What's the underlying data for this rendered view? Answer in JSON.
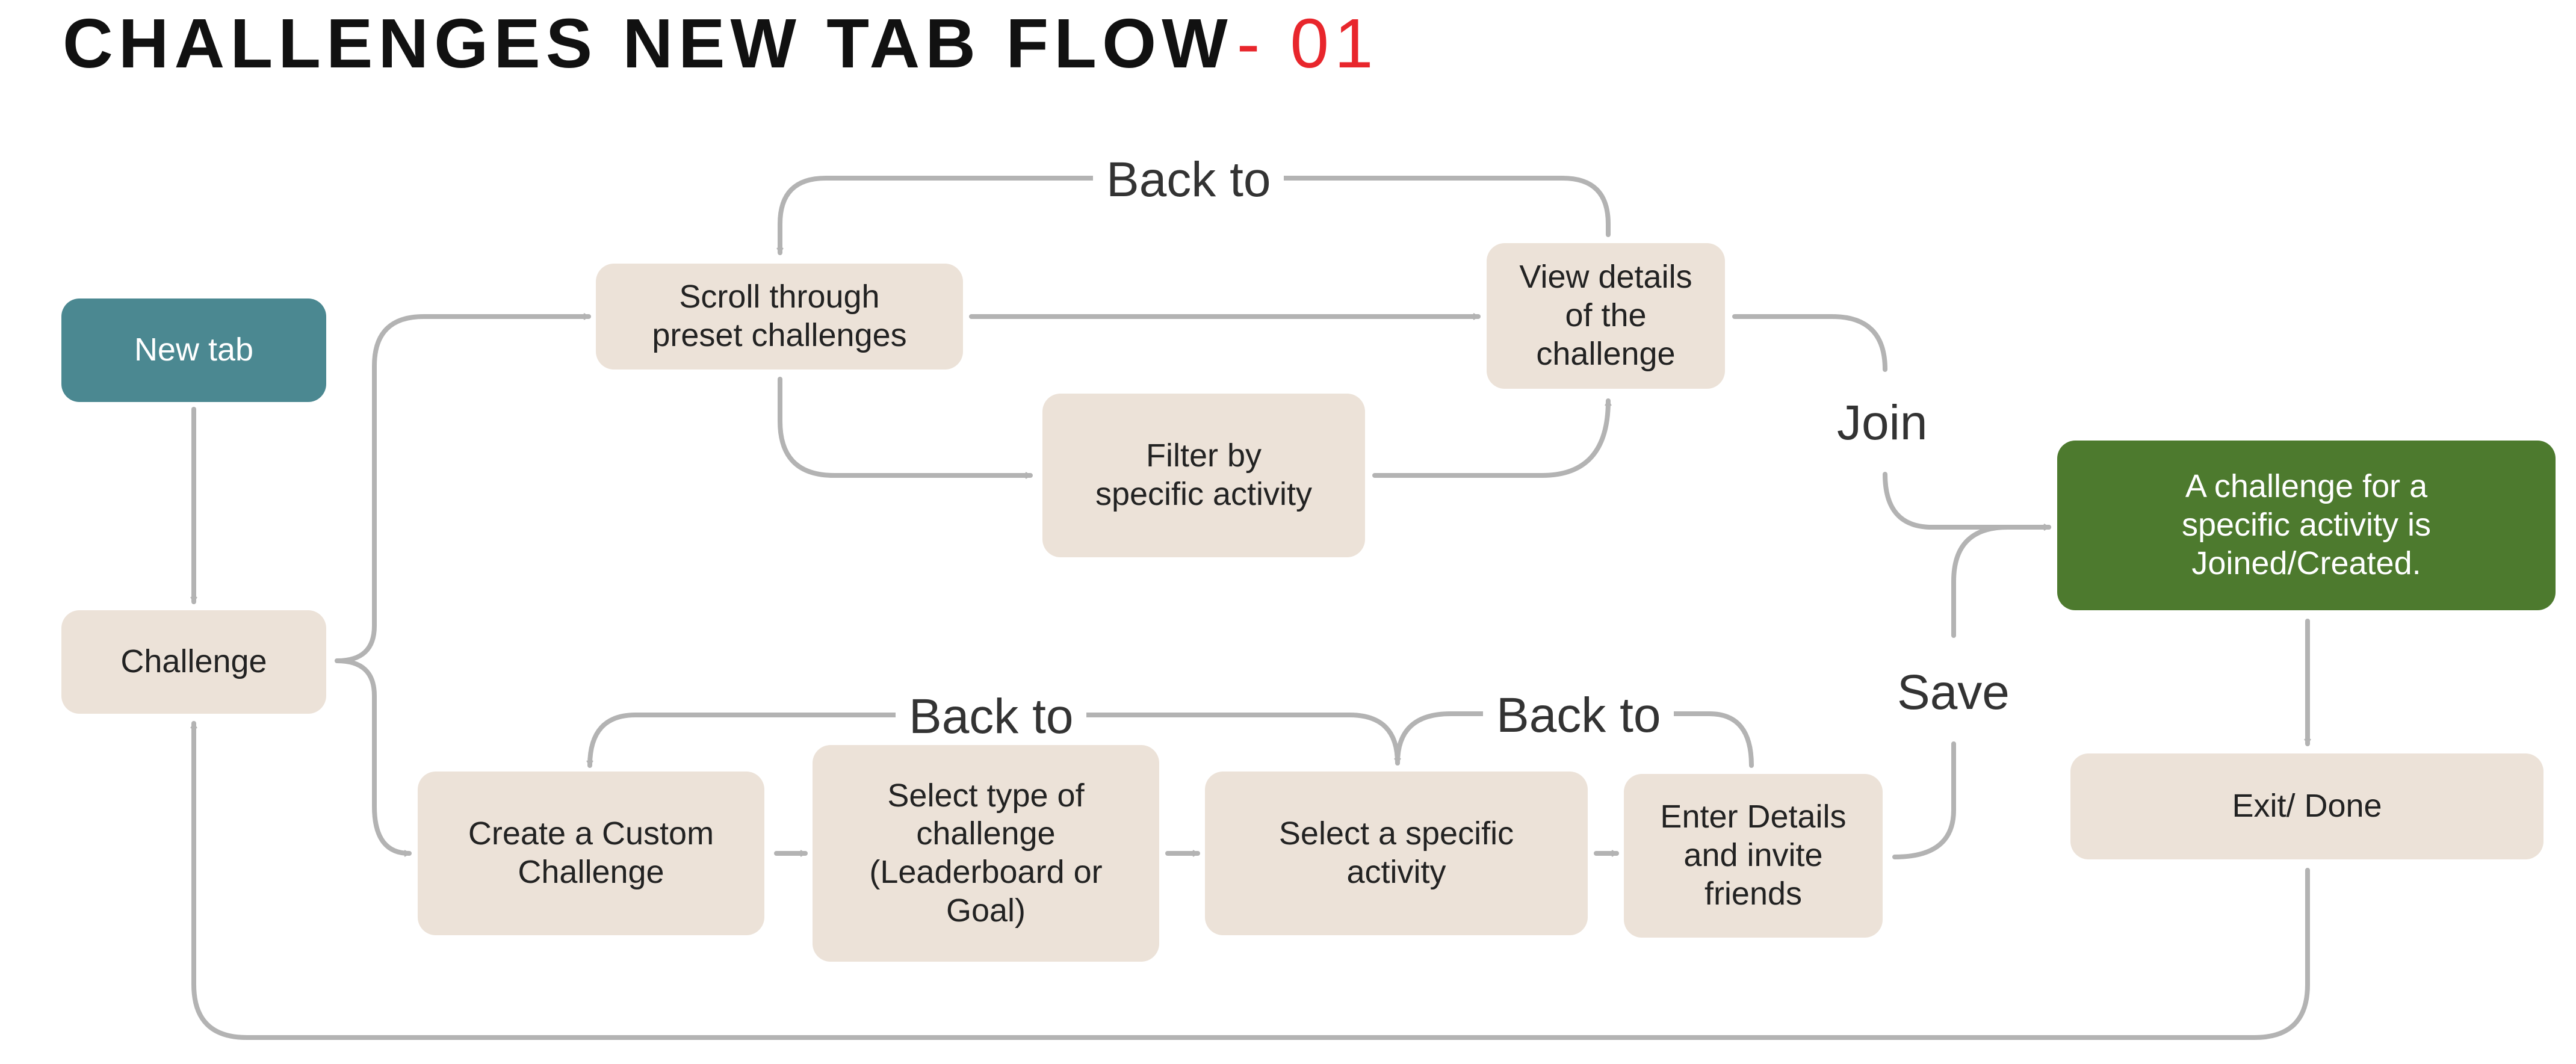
{
  "title": {
    "main": "CHALLENGES NEW TAB FLOW",
    "suffix": "- 01"
  },
  "colors": {
    "accent_red": "#e8262c",
    "node_default": "#ece2d8",
    "node_start": "#4b8891",
    "node_end": "#4d7a2e",
    "connector": "#b3b3b3"
  },
  "nodes": {
    "new_tab": "New tab",
    "challenge": "Challenge",
    "scroll_preset": "Scroll through\npreset challenges",
    "view_details": "View details\nof the\nchallenge",
    "filter_activity": "Filter by\nspecific activity",
    "joined_created": "A challenge for a\nspecific activity is\nJoined/Created.",
    "exit_done": "Exit/ Done",
    "create_custom": "Create a Custom\nChallenge",
    "select_type": "Select type of\nchallenge\n(Leaderboard or\nGoal)",
    "select_activity": "Select a specific\nactivity",
    "enter_details": "Enter Details\nand invite\nfriends"
  },
  "edge_labels": {
    "back_to_top": "Back to",
    "join": "Join",
    "save": "Save",
    "back_to_bottom_left": "Back to",
    "back_to_bottom_right": "Back to"
  }
}
